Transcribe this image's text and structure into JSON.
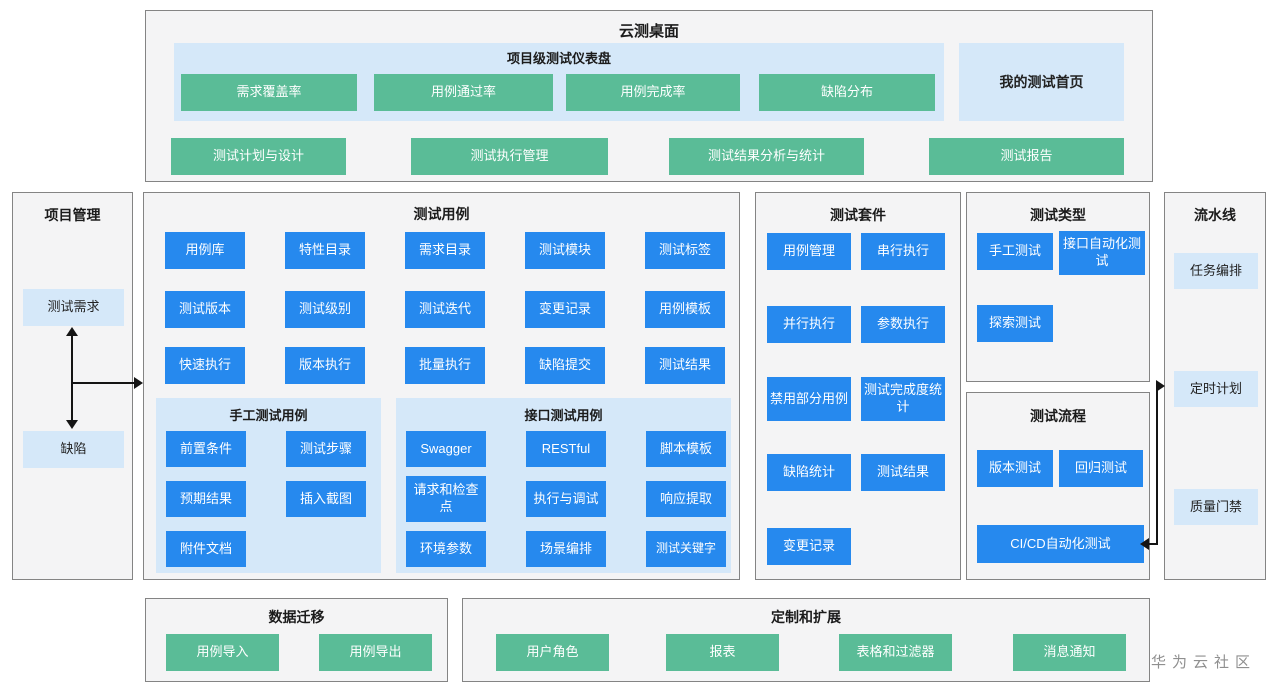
{
  "colors": {
    "green": "#5abc97",
    "blue": "#2689ee",
    "light_blue": "#d5e8f9",
    "panel_bg": "#f4f4f5",
    "border": "#848484"
  },
  "desktop": {
    "title": "云测桌面",
    "dashboard": {
      "title": "项目级测试仪表盘",
      "items": [
        "需求覆盖率",
        "用例通过率",
        "用例完成率",
        "缺陷分布"
      ]
    },
    "my_homepage": "我的测试首页",
    "modules": [
      "测试计划与设计",
      "测试执行管理",
      "测试结果分析与统计",
      "测试报告"
    ]
  },
  "project": {
    "title": "项目管理",
    "items": [
      "测试需求",
      "缺陷"
    ]
  },
  "testcase": {
    "title": "测试用例",
    "grid": [
      "用例库",
      "特性目录",
      "需求目录",
      "测试模块",
      "测试标签",
      "测试版本",
      "测试级别",
      "测试迭代",
      "变更记录",
      "用例模板",
      "快速执行",
      "版本执行",
      "批量执行",
      "缺陷提交",
      "测试结果"
    ],
    "manual": {
      "title": "手工测试用例",
      "items": [
        "前置条件",
        "测试步骤",
        "预期结果",
        "插入截图",
        "附件文档"
      ]
    },
    "api": {
      "title": "接口测试用例",
      "items": [
        "Swagger",
        "RESTful",
        "脚本模板",
        "请求和检查点",
        "执行与调试",
        "响应提取",
        "环境参数",
        "场景编排",
        "测试关键字"
      ]
    }
  },
  "suite": {
    "title": "测试套件",
    "items": [
      "用例管理",
      "串行执行",
      "并行执行",
      "参数执行",
      "禁用部分用例",
      "测试完成度统计",
      "缺陷统计",
      "测试结果",
      "变更记录"
    ]
  },
  "type": {
    "title": "测试类型",
    "items": [
      "手工测试",
      "接口自动化测试",
      "探索测试"
    ]
  },
  "process": {
    "title": "测试流程",
    "items": [
      "版本测试",
      "回归测试",
      "CI/CD自动化测试"
    ]
  },
  "pipeline": {
    "title": "流水线",
    "items": [
      "任务编排",
      "定时计划",
      "质量门禁"
    ]
  },
  "migration": {
    "title": "数据迁移",
    "items": [
      "用例导入",
      "用例导出"
    ]
  },
  "custom": {
    "title": "定制和扩展",
    "items": [
      "用户角色",
      "报表",
      "表格和过滤器",
      "消息通知"
    ]
  },
  "watermark": "华为云社区"
}
